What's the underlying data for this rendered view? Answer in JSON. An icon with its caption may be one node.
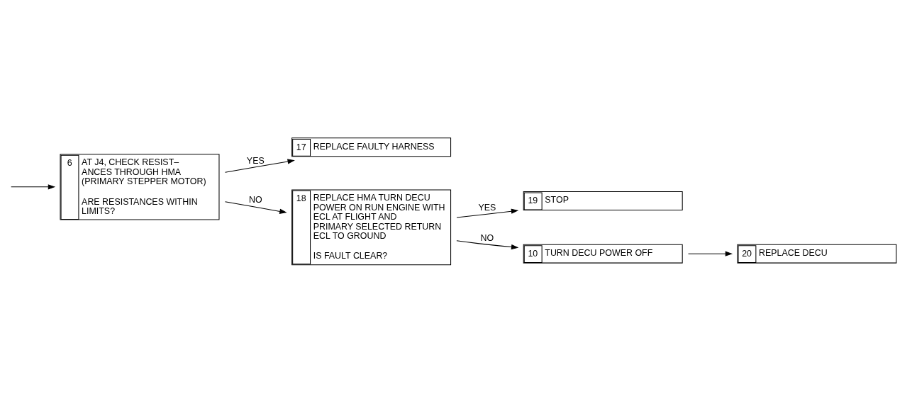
{
  "diagram": {
    "nodes": [
      {
        "text": [
          "6",
          "AT J4, CHECK RESIST– ANCES THROUGH HMA (PRIMARY STEPPER MOTOR)",
          "ARE RESISTANCES WITHIN LIMITS?"
        ]
      },
      {
        "text": [
          "17",
          "REPLACE FAULTY HARNESS"
        ]
      },
      {
        "text": [
          "18",
          "REPLACE HMA TURN DECU POWER ON RUN ENGINE WITH ECL AT FLIGHT AND PRIMARY SELECTED RETURN ECL TO GROUND",
          "IS FAULT CLEAR?"
        ]
      },
      {
        "text": [
          "19",
          "STOP"
        ]
      },
      {
        "text": [
          "10",
          "TURN DECU POWER OFF"
        ]
      },
      {
        "text": [
          "20",
          "REPLACE DECU"
        ]
      }
    ],
    "edges": [
      {
        "from": null,
        "to": 0,
        "arrow": "to"
      },
      {
        "from": 0,
        "to": 1,
        "arrow": "to",
        "label": "YES"
      },
      {
        "from": 0,
        "to": 2,
        "arrow": "to",
        "label": "NO"
      },
      {
        "from": 2,
        "to": 4,
        "arrow": "to",
        "label": "NO"
      },
      {
        "from": 2,
        "to": 3,
        "arrow": "to",
        "label": "YES"
      },
      {
        "from": 4,
        "to": 5,
        "arrow": "to"
      }
    ]
  }
}
